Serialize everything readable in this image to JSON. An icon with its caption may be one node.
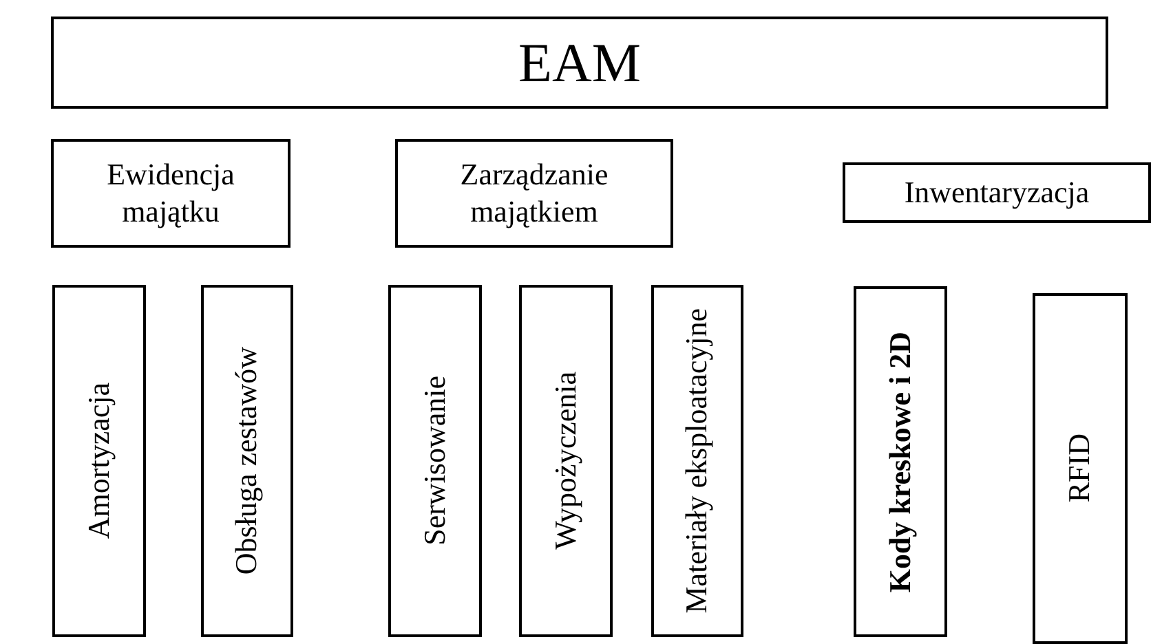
{
  "diagram": {
    "nodes": [
      {
        "text": [
          "EAM"
        ]
      },
      {
        "text": [
          "Ewidencja majątku"
        ]
      },
      {
        "text": [
          "Zarządzanie majątkiem"
        ]
      },
      {
        "text": [
          "Inwentaryzacja"
        ]
      },
      {
        "text": [
          "Amortyzacja"
        ]
      },
      {
        "text": [
          "Obsługa zestawów"
        ]
      },
      {
        "text": [
          "Serwisowanie"
        ]
      },
      {
        "text": [
          "Wypożyczenia"
        ]
      },
      {
        "text": [
          "Materiały eksploatacyjne"
        ]
      },
      {
        "text": [
          "Kody kreskowe i 2D"
        ]
      },
      {
        "text": [
          "RFID"
        ]
      }
    ]
  }
}
